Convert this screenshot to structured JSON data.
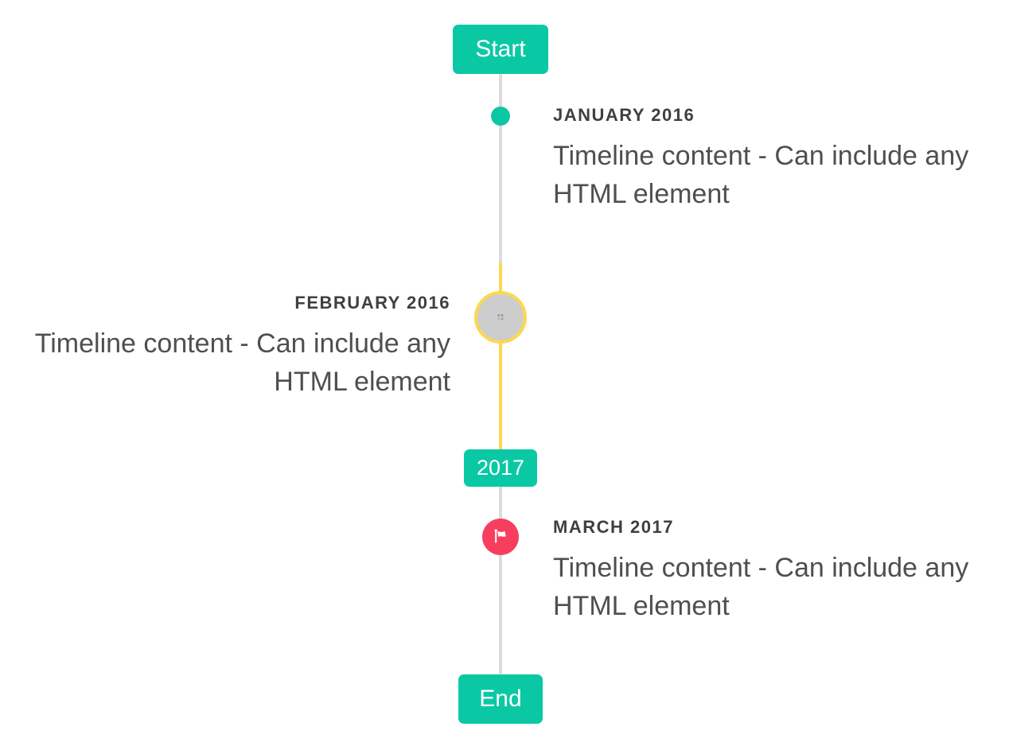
{
  "colors": {
    "accent-teal": "#0bc8a5",
    "accent-yellow": "#fbd850",
    "accent-pink": "#f83e5e",
    "line-gray": "#dcdcdc",
    "circle-gray": "#cdcdcd",
    "label-text": "#3f3f3f",
    "content-text": "#4f4f4f",
    "badge-text": "#ffffff",
    "broken-image-icon": "#9b9b9b",
    "flag-icon": "#ffffff"
  },
  "timeline": {
    "start_label": "Start",
    "end_label": "End",
    "year_badge": "2017",
    "items": [
      {
        "date": "JANUARY 2016",
        "content": "Timeline content - Can include any HTML element",
        "side": "right",
        "marker": "teal-dot"
      },
      {
        "date": "FEBRUARY 2016",
        "content": "Timeline content - Can include any HTML element",
        "side": "left",
        "marker": "broken-image-icon"
      },
      {
        "date": "MARCH 2017",
        "content": "Timeline content - Can include any HTML element",
        "side": "right",
        "marker": "flag-icon"
      }
    ]
  }
}
